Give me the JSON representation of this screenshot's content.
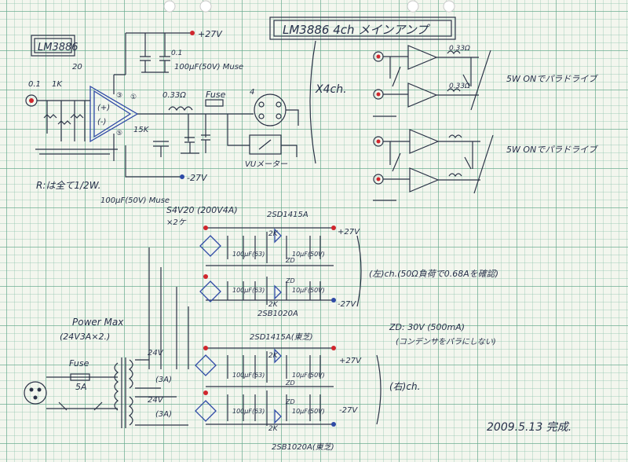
{
  "header": {
    "chip_title": "LM3886",
    "main_title": "LM3886 4ch メインアンプ"
  },
  "amp_section": {
    "cap_top": "100μF(50V) Muse",
    "cap_bottom": "100μF(50V) Muse",
    "vcc_pos": "+27V",
    "vcc_neg": "-27V",
    "cap_small": "0.1",
    "r_in": "0.1",
    "r_1k": "1K",
    "r_20k": "20",
    "r_15k": "15K",
    "r_out": "0.33Ω",
    "fuse": "Fuse",
    "vu_label": "VUメーター",
    "note": "R:は全て1/2W.",
    "x4": "X4ch."
  },
  "channel_block": {
    "label_top": "5W ONでパラドライブ",
    "label_bottom": "5W ONでパラドライブ",
    "r_a": "0.33Ω",
    "r_b": "0.33Ω"
  },
  "psu_section": {
    "diode": "S4V20 (200V4A)",
    "diode_qty": "×2ケ",
    "tr_npn_top": "2SD1415A",
    "tr_pnp_top": "2SB1020A",
    "tr_npn_bottom": "2SD1415A(東芝)",
    "tr_pnp_bottom": "2SB1020A(東芝)",
    "cap_100": "100μF(63)",
    "cap_10": "10μF(50V)",
    "r_2k": "2K",
    "zd": "ZD",
    "rail_pos": "+27V",
    "rail_neg": "-27V",
    "left_ch_note": "(左)ch.(50Ω負荷で0.68Aを確認)",
    "right_ch_note": "(右)ch.",
    "zd_note": "ZD: 30V (500mA)",
    "zd_note2": "(コンデンサをパラにしない)",
    "power_max": "Power Max",
    "power_max_2": "(24V3A×2.)",
    "fuse": "Fuse",
    "fuse_rating": "5A",
    "tr_24_top": "24V",
    "tr_3a_top": "(3A)",
    "tr_24_bottom": "24V",
    "tr_3a_bottom": "(3A)"
  },
  "footer": {
    "date": "2009.5.13 完成."
  }
}
